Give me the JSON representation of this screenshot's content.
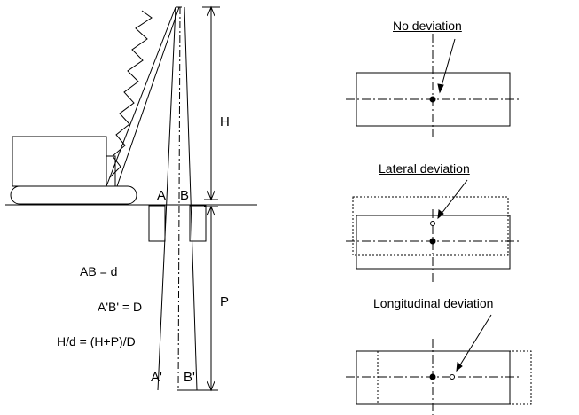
{
  "left_diagram": {
    "label_a": "A",
    "label_b": "B",
    "label_a_prime": "A'",
    "label_b_prime": "B'",
    "label_h": "H",
    "label_p": "P"
  },
  "equations": {
    "ab": "AB = d",
    "abp": "A'B' = D",
    "ratio": "H/d = (H+P)/D"
  },
  "panels": {
    "none": {
      "title": "No deviation"
    },
    "lateral": {
      "title": "Lateral deviation"
    },
    "longitudinal": {
      "title": "Longitudinal deviation"
    }
  }
}
